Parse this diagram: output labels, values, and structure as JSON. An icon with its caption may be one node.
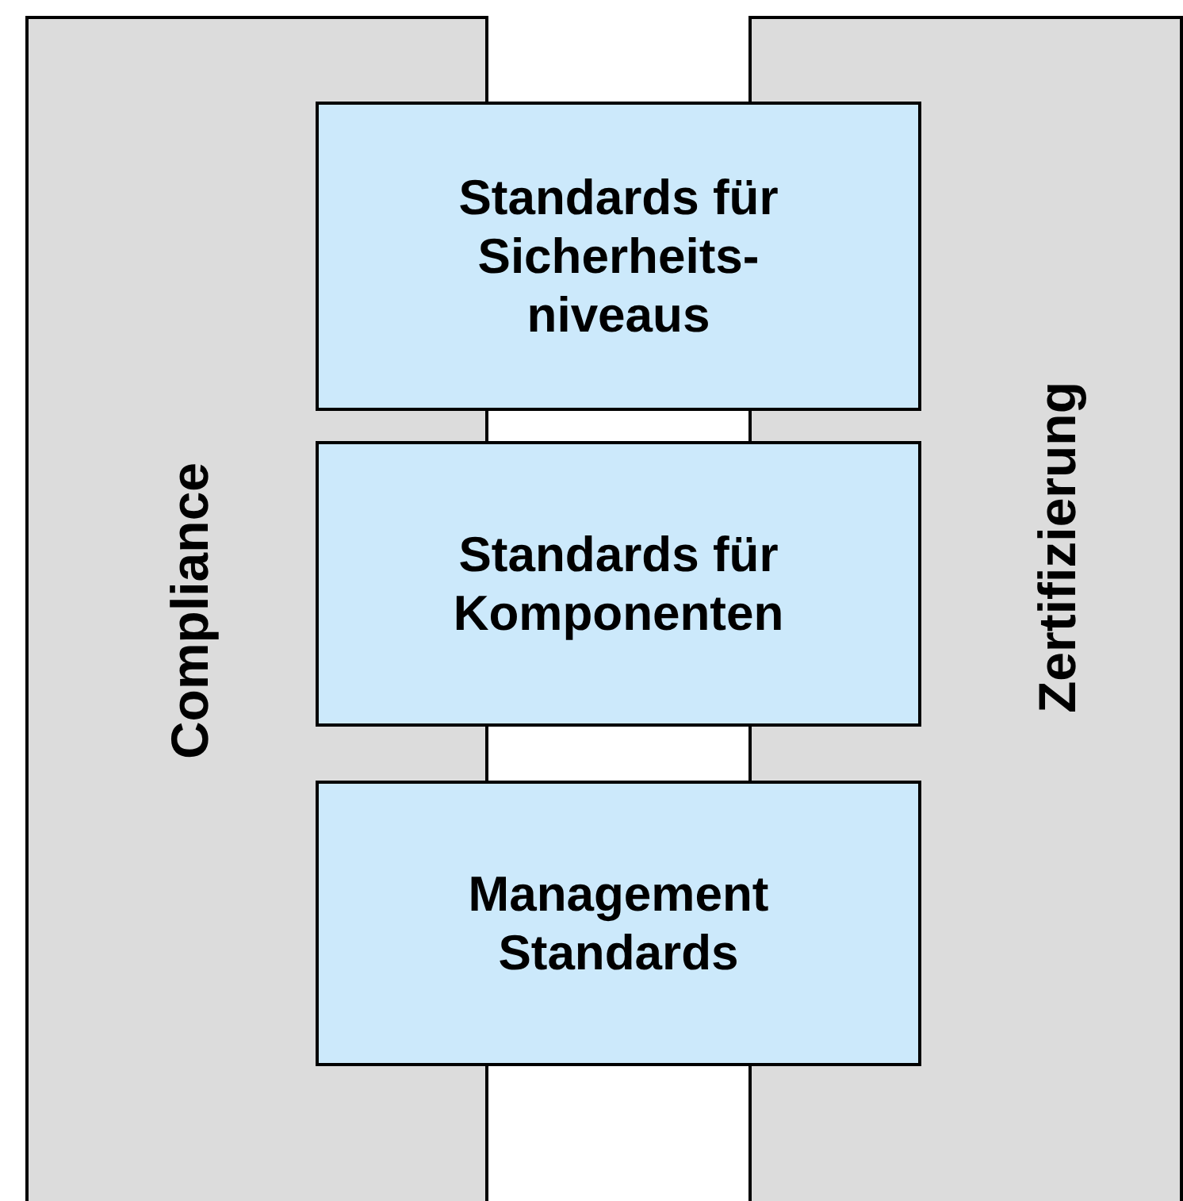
{
  "diagram": {
    "nodes": [
      {
        "text": [
          "Compliance"
        ]
      },
      {
        "text": [
          "Standards für Sicherheits- niveaus"
        ]
      },
      {
        "text": [
          "Standards für Komponenten"
        ]
      },
      {
        "text": [
          "Management Standards"
        ]
      },
      {
        "text": [
          "Zertifizierung"
        ]
      }
    ]
  }
}
